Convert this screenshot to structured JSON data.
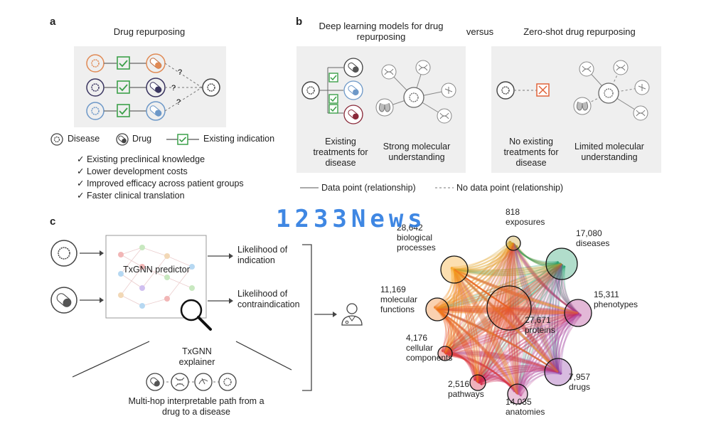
{
  "panel_a": {
    "letter": "a",
    "title": "Drug repurposing",
    "question_marks": [
      "?",
      "?",
      "?"
    ],
    "legend": {
      "disease": "Disease",
      "drug": "Drug",
      "existing_indication": "Existing indication"
    },
    "benefits": [
      "Existing preclinical knowledge",
      "Lower development costs",
      "Improved efficacy across patient groups",
      "Faster clinical translation"
    ],
    "check_mark": "✓"
  },
  "panel_b": {
    "letter": "b",
    "title_left": "Deep learning models for drug repurposing",
    "versus": "versus",
    "title_right": "Zero-shot drug repurposing",
    "left_label_1": "Existing treatments for disease",
    "left_label_2": "Strong molecular understanding",
    "right_label_1": "No existing treatments for disease",
    "right_label_2": "Limited molecular understanding",
    "legend_solid": "Data point (relationship)",
    "legend_dashed": "No data point (relationship)"
  },
  "panel_c": {
    "letter": "c",
    "predictor": "TxGNN predictor",
    "output_1": "Likelihood of indication",
    "output_2": "Likelihood of contraindication",
    "explainer": "TxGNN explainer",
    "path_caption": "Multi-hop interpretable path from a drug to a disease",
    "network_nodes": [
      {
        "count": "818",
        "name": "exposures",
        "color": "#c89a1c"
      },
      {
        "count": "17,080",
        "name": "diseases",
        "color": "#1f9e6b"
      },
      {
        "count": "15,311",
        "name": "phenotypes",
        "color": "#b0358c"
      },
      {
        "count": "7,957",
        "name": "drugs",
        "color": "#8e3da6"
      },
      {
        "count": "14,035",
        "name": "anatomies",
        "color": "#c4569c"
      },
      {
        "count": "2,516",
        "name": "pathways",
        "color": "#d02040"
      },
      {
        "count": "4,176",
        "name": "cellular components",
        "color": "#e0403a"
      },
      {
        "count": "11,169",
        "name": "molecular functions",
        "color": "#f07a1e"
      },
      {
        "count": "28,642",
        "name": "biological processes",
        "color": "#f5a21e"
      },
      {
        "count": "27,671",
        "name": "proteins",
        "color": "#e85a28"
      }
    ]
  },
  "watermark": "1233News"
}
